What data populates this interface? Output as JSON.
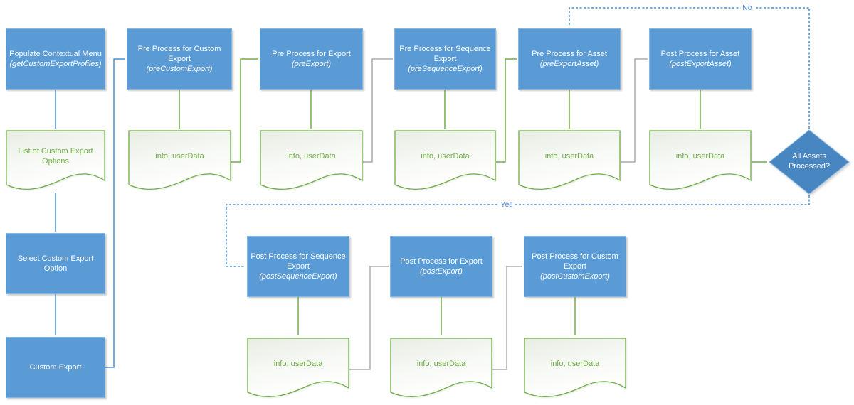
{
  "colors": {
    "process_fill": "#5B9BD5",
    "process_border": "#84B7E0",
    "decision_fill": "#4886C2",
    "doc_stroke": "#70AD47",
    "doc_text": "#70AD47",
    "green_connector": "#70AD47",
    "gray_connector": "#ABABAB",
    "blue_connector": "#4A8FD3",
    "edge_label_blue": "#4A86D0"
  },
  "nodes": {
    "populate": {
      "label": "Populate Contextual Menu",
      "func": "(getCustomExportProfiles)"
    },
    "list_options": {
      "label": "List of Custom Export Options"
    },
    "select_option": {
      "label": "Select Custom Export Option"
    },
    "custom_export": {
      "label": "Custom Export"
    },
    "pre_custom": {
      "label": "Pre Process for Custom Export",
      "func": "(preCustomExport)"
    },
    "pre_export": {
      "label": "Pre Process for Export",
      "func": "(preExport)"
    },
    "pre_sequence": {
      "label": "Pre Process for Sequence Export",
      "func": "(preSequenceExport)"
    },
    "pre_asset": {
      "label": "Pre Process for Asset",
      "func": "(preExportAsset)"
    },
    "post_asset": {
      "label": "Post Process for Asset",
      "func": "(postExportAsset)"
    },
    "decision": {
      "label": "All Assets Processed?"
    },
    "post_sequence": {
      "label": "Post Process for Sequence Export",
      "func": "(postSequenceExport)"
    },
    "post_export": {
      "label": "Post Process for Export",
      "func": "(postExport)"
    },
    "post_custom": {
      "label": "Post Process for Custom Export",
      "func": "(postCustomExport)"
    },
    "data_doc": {
      "label": "info, userData"
    }
  },
  "edges": {
    "no_label": "No",
    "yes_label": "Yes"
  }
}
